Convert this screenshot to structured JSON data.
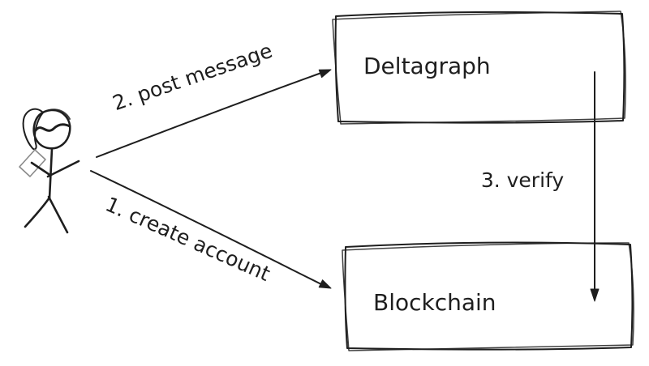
{
  "diagram": {
    "background_color": "#ffffff",
    "stroke_color": "#1e1e1e",
    "actor": {
      "icon": "stick-figure-user-icon",
      "accessory_color": "#8a8a8a"
    },
    "nodes": [
      {
        "id": "deltagraph",
        "label": "Deltagraph"
      },
      {
        "id": "blockchain",
        "label": "Blockchain"
      }
    ],
    "edges": [
      {
        "id": "create-account",
        "label": "1. create account",
        "from": "actor",
        "to": "blockchain"
      },
      {
        "id": "post-message",
        "label": "2. post message",
        "from": "actor",
        "to": "deltagraph"
      },
      {
        "id": "verify",
        "label": "3. verify",
        "from": "deltagraph",
        "to": "blockchain"
      }
    ]
  }
}
